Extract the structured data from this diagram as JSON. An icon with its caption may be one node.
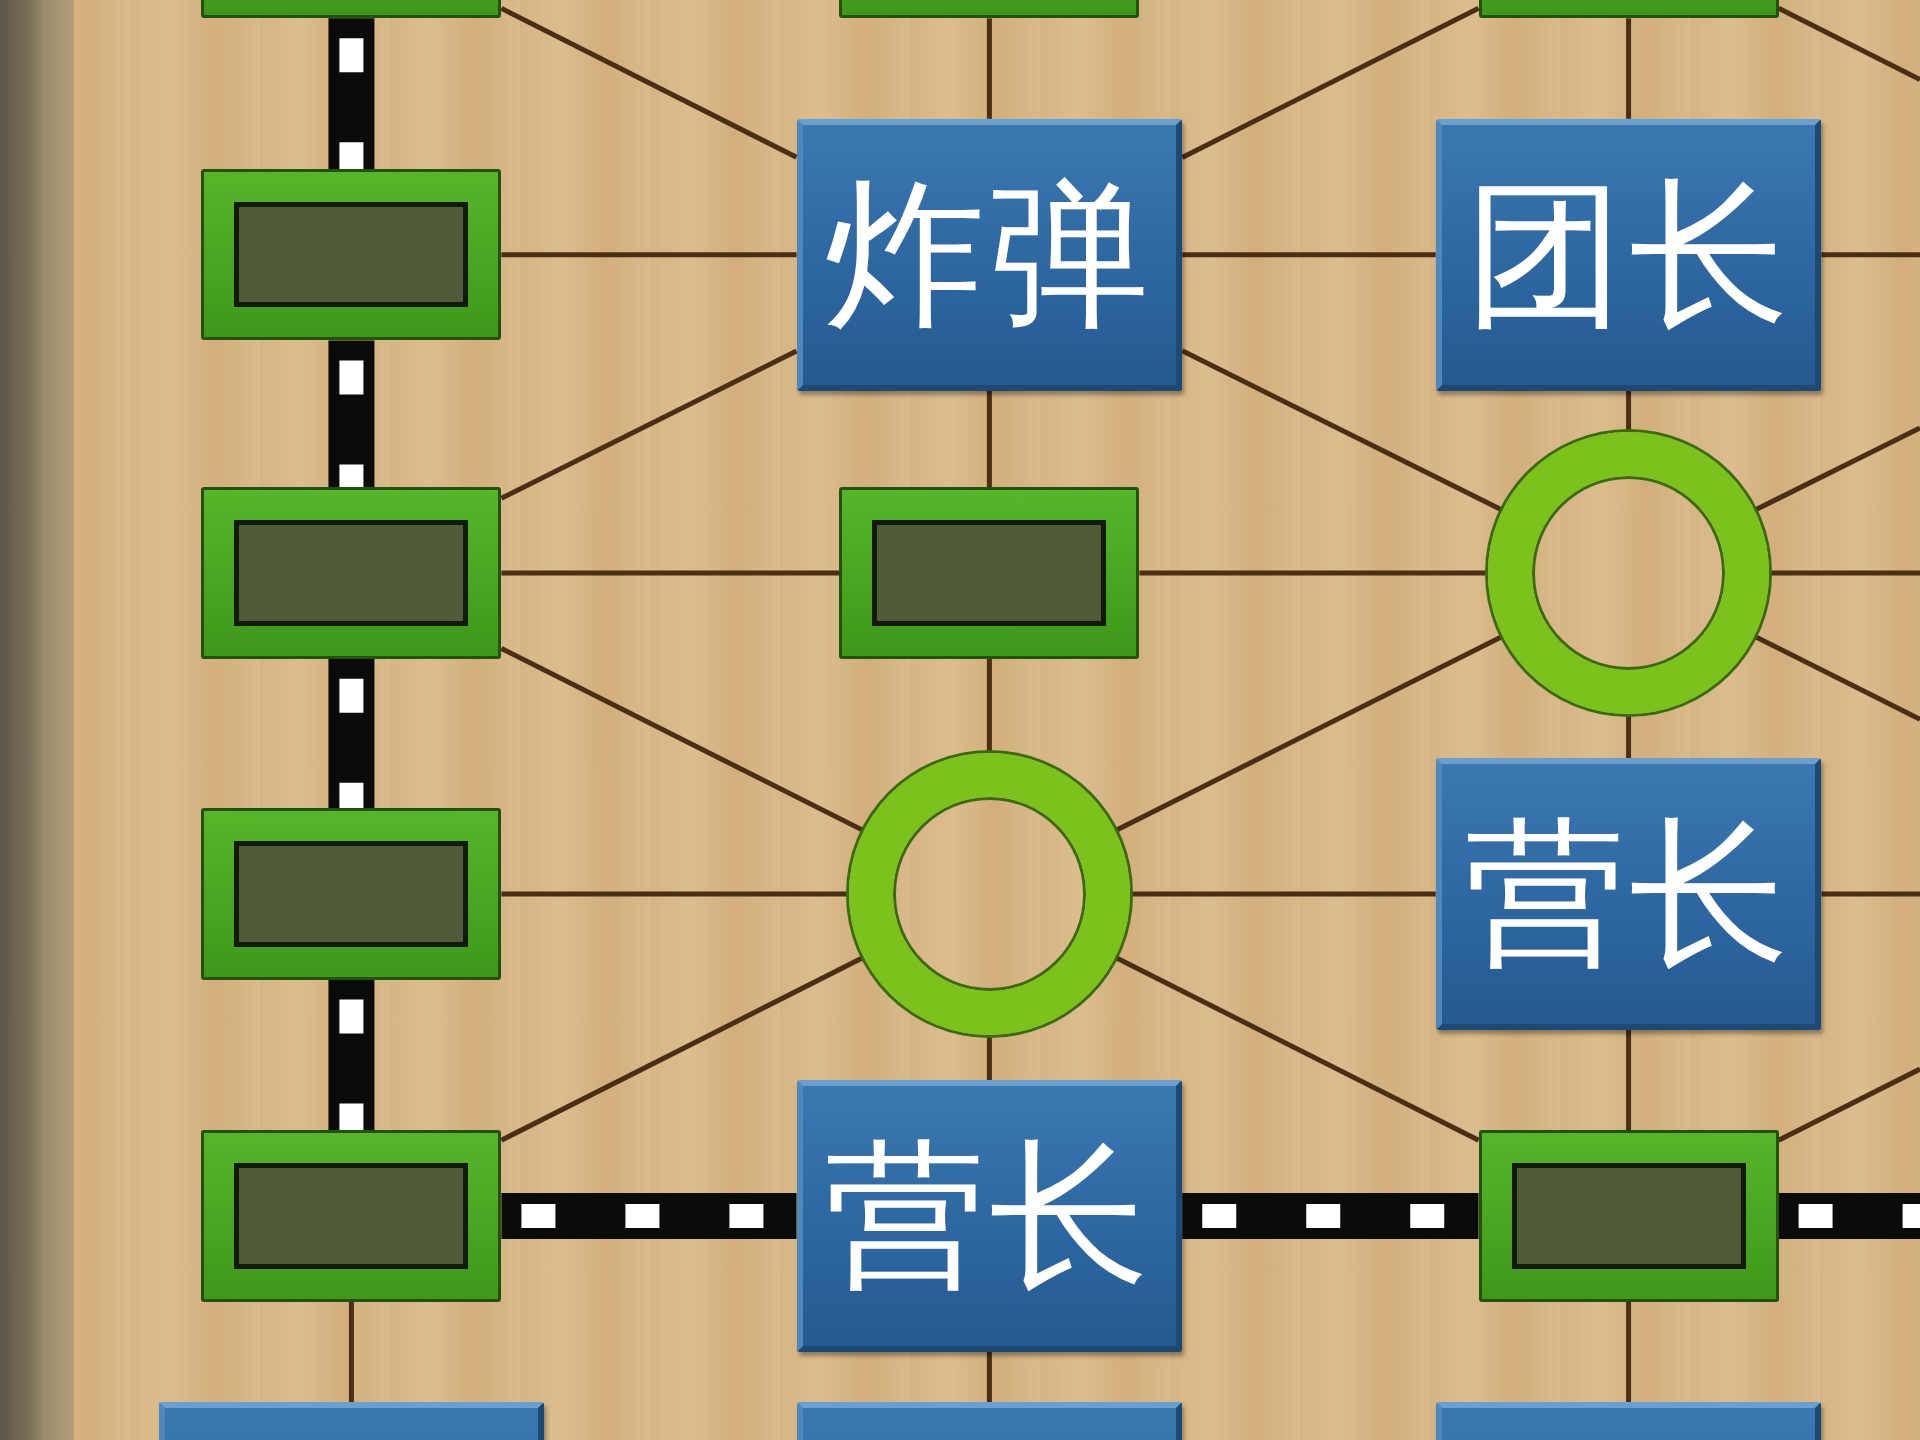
{
  "diagram": {
    "nodes": [
      {
        "text": [],
        "shape": "box"
      },
      {
        "text": [],
        "shape": "box"
      },
      {
        "text": [],
        "shape": "box"
      },
      {
        "text": [],
        "shape": "box"
      },
      {
        "text": [
          "炸弹"
        ]
      },
      {
        "text": [
          "团长"
        ]
      },
      {
        "text": [],
        "shape": "box"
      },
      {
        "text": [],
        "shape": "box"
      },
      {
        "text": [],
        "shape": "circle"
      },
      {
        "text": [],
        "shape": "box"
      },
      {
        "text": [],
        "shape": "circle"
      },
      {
        "text": [
          "营长"
        ]
      },
      {
        "text": [],
        "shape": "box"
      },
      {
        "text": [
          "营长"
        ]
      },
      {
        "text": [],
        "shape": "box"
      },
      {
        "text": [],
        "shape": "box"
      },
      {
        "text": [],
        "shape": "box"
      },
      {
        "text": [],
        "shape": "box"
      }
    ],
    "edges": [
      {
        "from": 0,
        "to": 3,
        "arrow": "none",
        "style": "thick"
      },
      {
        "from": 3,
        "to": 6,
        "arrow": "none",
        "style": "thick"
      },
      {
        "from": 6,
        "to": 9,
        "arrow": "none",
        "style": "thick"
      },
      {
        "from": 9,
        "to": 12,
        "arrow": "none",
        "style": "thick"
      },
      {
        "from": 12,
        "to": 15,
        "arrow": "none"
      },
      {
        "from": 1,
        "to": 4,
        "arrow": "none"
      },
      {
        "from": 4,
        "to": 7,
        "arrow": "none"
      },
      {
        "from": 7,
        "to": 10,
        "arrow": "none"
      },
      {
        "from": 10,
        "to": 13,
        "arrow": "none"
      },
      {
        "from": 13,
        "to": 16,
        "arrow": "none"
      },
      {
        "from": 2,
        "to": 5,
        "arrow": "none"
      },
      {
        "from": 5,
        "to": 8,
        "arrow": "none"
      },
      {
        "from": 8,
        "to": 11,
        "arrow": "none"
      },
      {
        "from": 11,
        "to": 14,
        "arrow": "none"
      },
      {
        "from": 14,
        "to": 17,
        "arrow": "none"
      },
      {
        "from": 3,
        "to": 4,
        "arrow": "none"
      },
      {
        "from": 4,
        "to": 5,
        "arrow": "none"
      },
      {
        "from": 5,
        "to": null,
        "arrow": "none"
      },
      {
        "from": 6,
        "to": 7,
        "arrow": "none"
      },
      {
        "from": 7,
        "to": 8,
        "arrow": "none"
      },
      {
        "from": 8,
        "to": null,
        "arrow": "none"
      },
      {
        "from": 9,
        "to": 10,
        "arrow": "none"
      },
      {
        "from": 10,
        "to": 11,
        "arrow": "none"
      },
      {
        "from": 11,
        "to": null,
        "arrow": "none"
      },
      {
        "from": 12,
        "to": 13,
        "arrow": "none",
        "style": "thick"
      },
      {
        "from": 13,
        "to": 14,
        "arrow": "none",
        "style": "thick"
      },
      {
        "from": 14,
        "to": null,
        "arrow": "none",
        "style": "thick"
      },
      {
        "from": 0,
        "to": 4,
        "arrow": "none"
      },
      {
        "from": 2,
        "to": 4,
        "arrow": "none"
      },
      {
        "from": 4,
        "to": 6,
        "arrow": "none"
      },
      {
        "from": 4,
        "to": 8,
        "arrow": "none"
      },
      {
        "from": 8,
        "to": null,
        "arrow": "none"
      },
      {
        "from": 8,
        "to": null,
        "arrow": "none"
      },
      {
        "from": 6,
        "to": 10,
        "arrow": "none"
      },
      {
        "from": 8,
        "to": 10,
        "arrow": "none"
      },
      {
        "from": 10,
        "to": 12,
        "arrow": "none"
      },
      {
        "from": 10,
        "to": 14,
        "arrow": "none"
      },
      {
        "from": 2,
        "to": null,
        "arrow": "none"
      },
      {
        "from": 14,
        "to": null,
        "arrow": "none"
      }
    ]
  }
}
